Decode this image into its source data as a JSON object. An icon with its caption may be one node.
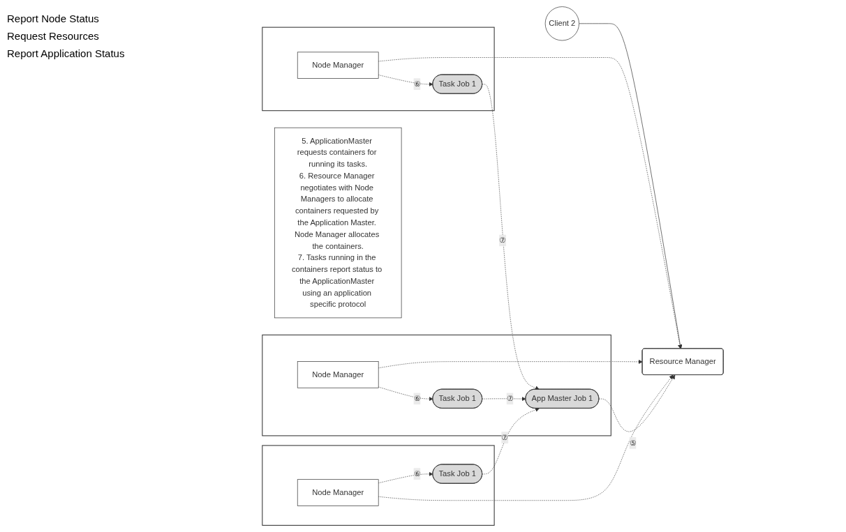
{
  "diagram": {
    "nodes": [
      {
        "text": [
          "Client 2"
        ]
      },
      {
        "text": [
          "Resource Manager"
        ]
      },
      {
        "text": [],
        "shape": "box"
      },
      {
        "text": [
          "Node Manager"
        ],
        "in": 2
      },
      {
        "text": [
          "Task Job 1"
        ],
        "in": 2
      },
      {
        "text": [],
        "shape": "box"
      },
      {
        "text": [
          "Node Manager"
        ],
        "in": 5
      },
      {
        "text": [
          "App Master Job 1"
        ],
        "in": 5
      },
      {
        "text": [
          "Task Job 1"
        ],
        "in": 5
      },
      {
        "text": [],
        "shape": "box"
      },
      {
        "text": [
          "Node Manager"
        ],
        "in": 9
      },
      {
        "text": [
          "Task Job 1"
        ],
        "in": 9
      },
      {
        "text": [
          "5. ApplicationMaster requests containers for running its tasks.",
          "6. Resource Manager negotiates with Node Managers to allocate containers requested by the Application Master. Node Manager allocates the containers.",
          "7. Tasks running in the containers report status to the ApplicationMaster using an application specific protocol"
        ]
      }
    ],
    "edges": [
      {
        "from": 0,
        "to": 1,
        "arrow": "to"
      },
      {
        "from": 3,
        "to": 1,
        "arrow": "to",
        "style": "dashed"
      },
      {
        "from": 6,
        "to": 1,
        "arrow": "to",
        "style": "dashed"
      },
      {
        "from": 10,
        "to": 1,
        "arrow": "to",
        "style": "dashed"
      },
      {
        "from": 7,
        "to": 1,
        "arrow": "to",
        "style": "dashed",
        "label": "⑤"
      },
      {
        "from": 3,
        "to": 4,
        "arrow": "to",
        "style": "dashed",
        "label": "⑥"
      },
      {
        "from": 6,
        "to": 8,
        "arrow": "to",
        "style": "dashed",
        "label": "⑥"
      },
      {
        "from": 10,
        "to": 11,
        "arrow": "to",
        "style": "dashed",
        "label": "⑥"
      },
      {
        "from": 4,
        "to": 7,
        "arrow": "to",
        "style": "dashed",
        "label": "⑦"
      },
      {
        "from": 8,
        "to": 7,
        "arrow": "to",
        "style": "dashed",
        "label": "⑦"
      },
      {
        "from": 11,
        "to": 7,
        "arrow": "to",
        "style": "dashed",
        "label": "⑦"
      }
    ],
    "labels": [
      "Report Node Status",
      "Request Resources",
      "Report Application Status"
    ]
  }
}
